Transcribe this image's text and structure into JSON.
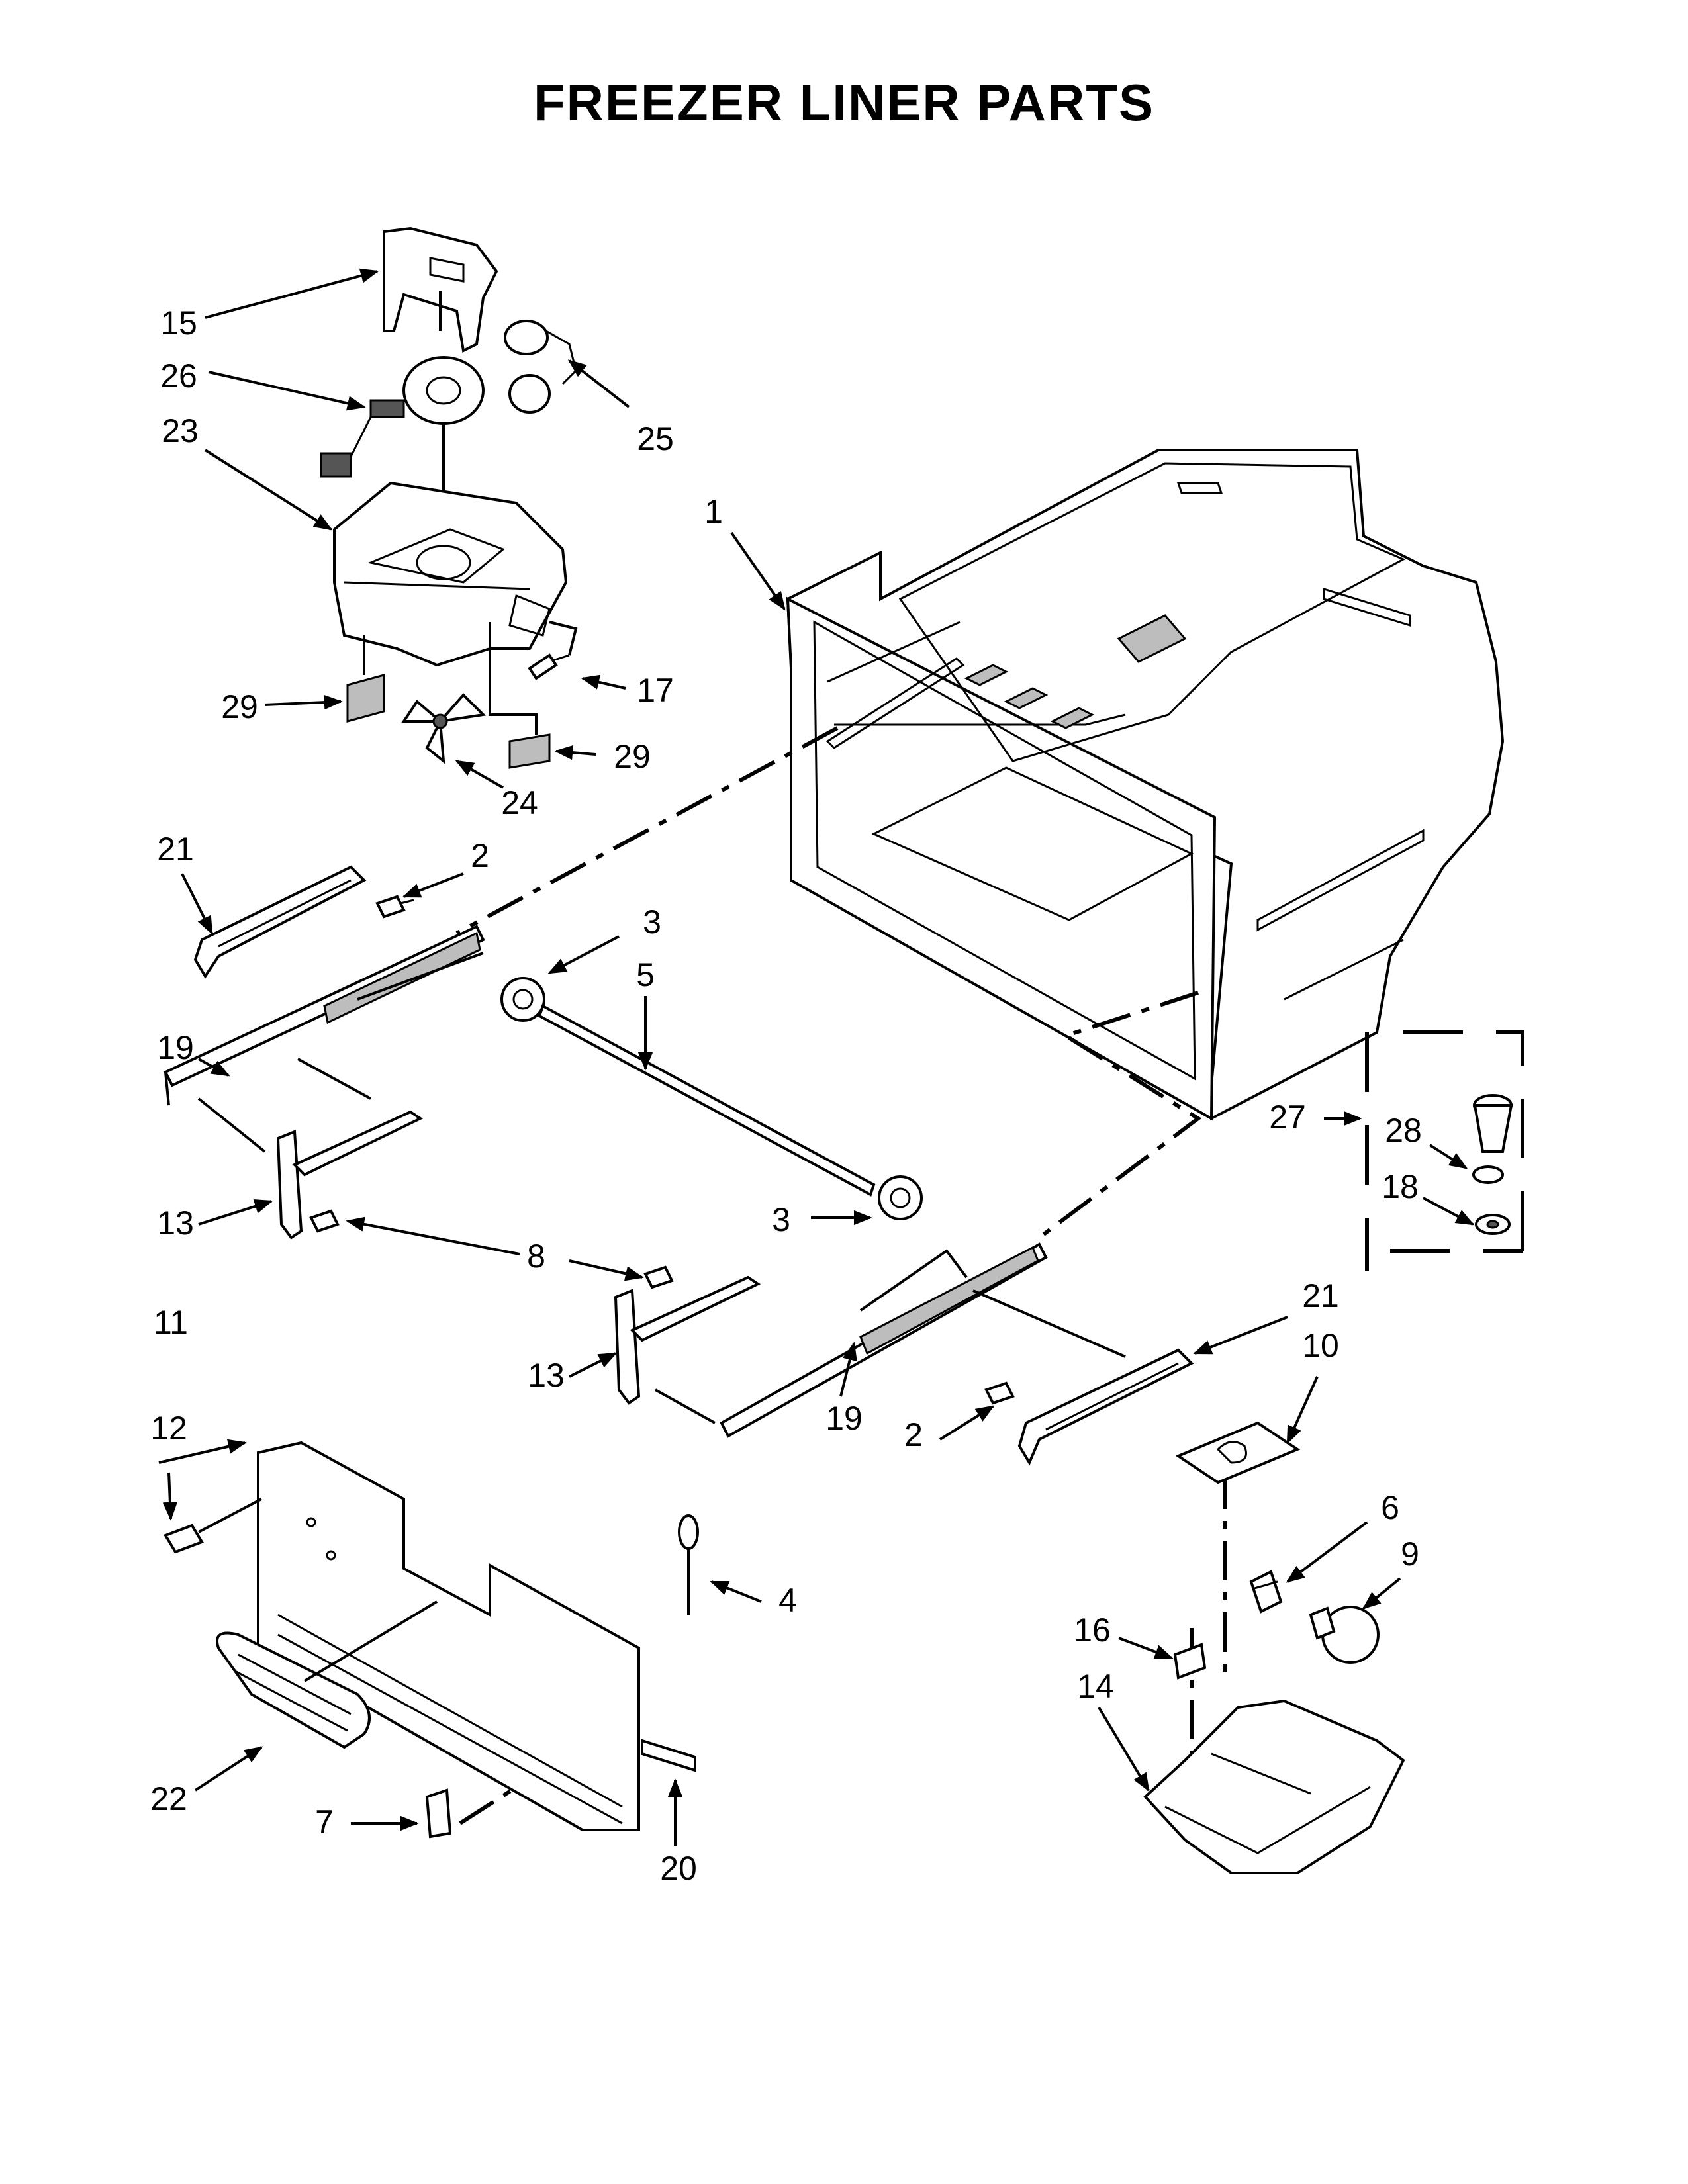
{
  "title": "FREEZER LINER PARTS",
  "callouts": [
    "1",
    "2",
    "2",
    "3",
    "3",
    "4",
    "5",
    "6",
    "7",
    "8",
    "9",
    "10",
    "11",
    "12",
    "13",
    "13",
    "14",
    "15",
    "16",
    "17",
    "18",
    "19",
    "19",
    "20",
    "21",
    "21",
    "22",
    "23",
    "24",
    "25",
    "26",
    "27",
    "28",
    "29",
    "29"
  ],
  "colors": {
    "line": "#000000",
    "fill": "#ffffff",
    "shade": "#bdbdbd"
  }
}
